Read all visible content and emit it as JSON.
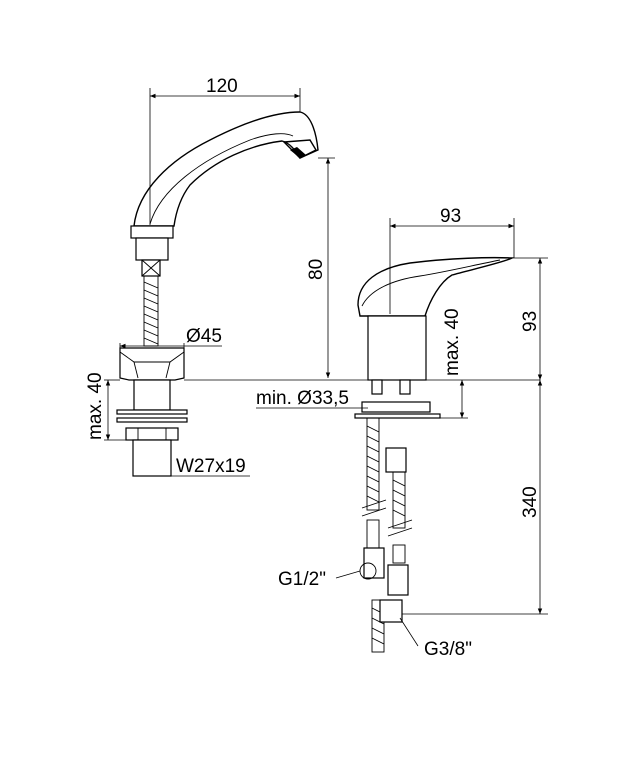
{
  "dimensions": {
    "spout_reach": "120",
    "spout_height": "80",
    "base_diameter": "Ø45",
    "max_deck_left": "max. 40",
    "shank_thread": "W27x19",
    "body_length": "93",
    "body_height": "93",
    "max_deck_right": "max. 40",
    "min_hole": "min. Ø33,5",
    "hose_length": "340",
    "inlet_thread": "G1/2\"",
    "outlet_thread": "G3/8\""
  }
}
